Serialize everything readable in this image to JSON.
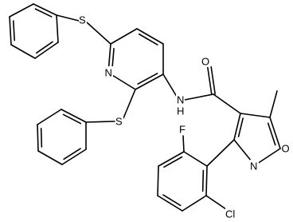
{
  "diagram": {
    "type": "chemical-structure",
    "atom_labels": {
      "pyridine_n": "N",
      "ring_s_upper": "S",
      "ring_s_lower": "S",
      "amide_nh": "N",
      "amide_h": "H",
      "carbonyl_o": "O",
      "isoxazole_o": "O",
      "isoxazole_n": "N",
      "fluorine": "F",
      "chlorine": "Cl"
    },
    "colors": {
      "bonds": "#000000",
      "labels": "#000000",
      "background": "#ffffff"
    }
  }
}
